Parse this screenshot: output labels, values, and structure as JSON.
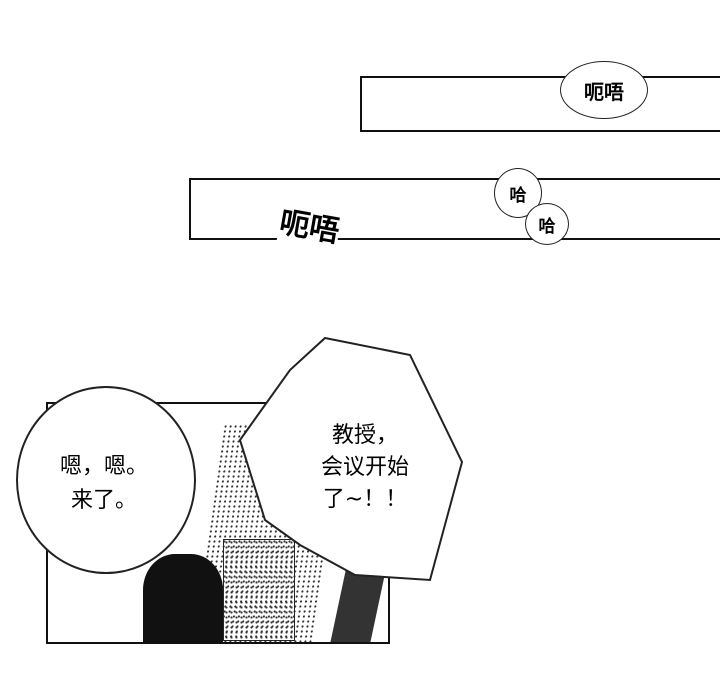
{
  "panel1": {
    "bubble": "呃唔"
  },
  "panel2": {
    "laugh1": "哈",
    "laugh2": "哈",
    "sfx": "呃唔"
  },
  "panel3": {
    "left_bubble": [
      "嗯，嗯。",
      "来了。"
    ],
    "right_bubble": [
      "教授，",
      "会议开始",
      "了~！！"
    ]
  }
}
